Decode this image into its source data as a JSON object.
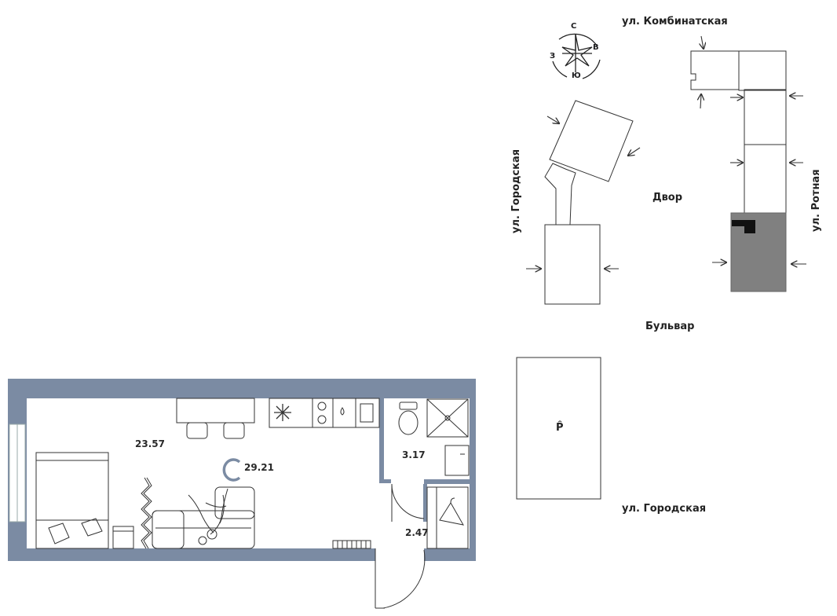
{
  "site_plan": {
    "streets": {
      "north": "ул. Комбинатская",
      "west": "ул. Городская",
      "east": "ул. Ротная",
      "south": "ул. Городская"
    },
    "courtyard_label": "Двор",
    "boulevard_label": "Бульвар",
    "parking_label": "P̂",
    "compass": {
      "n": "С",
      "s": "Ю",
      "e": "В",
      "w": "З"
    },
    "highlight_color": "#808080"
  },
  "floor_plan": {
    "wall_color": "#7b8ba3",
    "type_letter": "С",
    "total_area": "29.21",
    "rooms": {
      "living": "23.57",
      "bathroom": "3.17",
      "hall": "2.47"
    }
  }
}
